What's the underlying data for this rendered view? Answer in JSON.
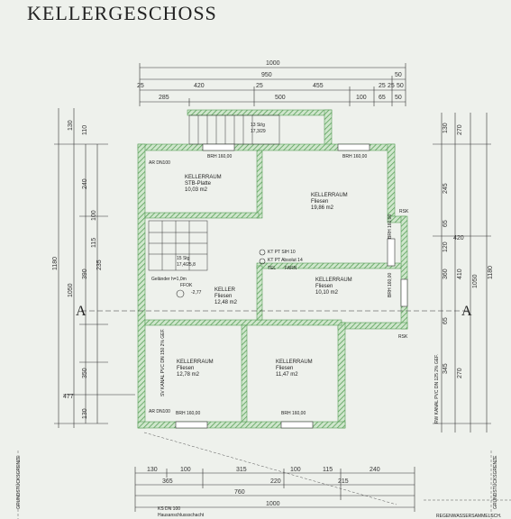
{
  "title": "KELLERGESCHOSS",
  "dims_top": {
    "overall": "1000",
    "row2": [
      "950",
      "50"
    ],
    "row3": [
      "25",
      "420",
      "25",
      "455",
      "25",
      "25",
      "50"
    ],
    "row4": [
      "285",
      "500",
      "100",
      "65",
      "50"
    ]
  },
  "dims_bottom": {
    "row1": [
      "130",
      "100",
      "315",
      "100",
      "115",
      "240"
    ],
    "row2": [
      "365",
      "220",
      "215"
    ],
    "row3": [
      "760"
    ],
    "overall": "1000"
  },
  "dims_left": [
    "130",
    "110",
    "240",
    "100",
    "115",
    "235",
    "390",
    "1050",
    "1180",
    "350",
    "130",
    "477"
  ],
  "dims_right": [
    "130",
    "270",
    "245",
    "65",
    "120",
    "360",
    "410",
    "1050",
    "1180",
    "65",
    "345",
    "270",
    "420"
  ],
  "rooms": [
    {
      "name": "KELLERRAUM",
      "floor": "STB-Platte",
      "area": "10,03 m2"
    },
    {
      "name": "KELLERRAUM",
      "floor": "Fliesen",
      "area": "19,86 m2"
    },
    {
      "name": "KELLERRAUM",
      "floor": "Fliesen",
      "area": "10,10 m2"
    },
    {
      "name": "KELLER",
      "floor": "Fliesen",
      "area": "12,48 m2"
    },
    {
      "name": "KELLERRAUM",
      "floor": "Fliesen",
      "area": "12,78 m2"
    },
    {
      "name": "KELLERRAUM",
      "floor": "Fliesen",
      "area": "11,47 m2"
    }
  ],
  "notes": {
    "brh1": "BRH 160,00",
    "brh2": "BRH 160,00",
    "brh3": "BRH 160,00",
    "brh4": "BRH 160,00",
    "brh5": "BRH 160,00",
    "brh6": "BRH 160,00",
    "stair_top": "13 St/g",
    "stair_top2": "17,3/29",
    "stair_mid": "15 Stg",
    "stair_mid2": "17,4/25,8",
    "gelaender": "Geländer h=1,0m",
    "ffok": "FFOK",
    "level": "-2,77",
    "kt1": "KT PT SIH 10",
    "kt2": "KT PT Absolut 14",
    "tel": "TEL",
    "farn": "FARN",
    "ar1": "AR DN100",
    "ar2": "AR DN100",
    "sv": "SV KANAL PVC DN 150 2% GEF.",
    "rw": "RW KANAL PVC DN 125 2% GEF.",
    "rsk1": "RSK",
    "rsk2": "RSK",
    "section_a": "A",
    "ks": "KS DN 100",
    "hausanschluss": "Hausanschlussschacht",
    "grenze_left": "GRUNDSTÜCKSGRENZE",
    "grenze_right": "GRUNDSTÜCKSGRENZE",
    "regenwasser": "REGENWASSERSAMMELSCH."
  },
  "colors": {
    "wall": "#5aa05a",
    "line": "#333333",
    "paper": "#eef1ec"
  }
}
